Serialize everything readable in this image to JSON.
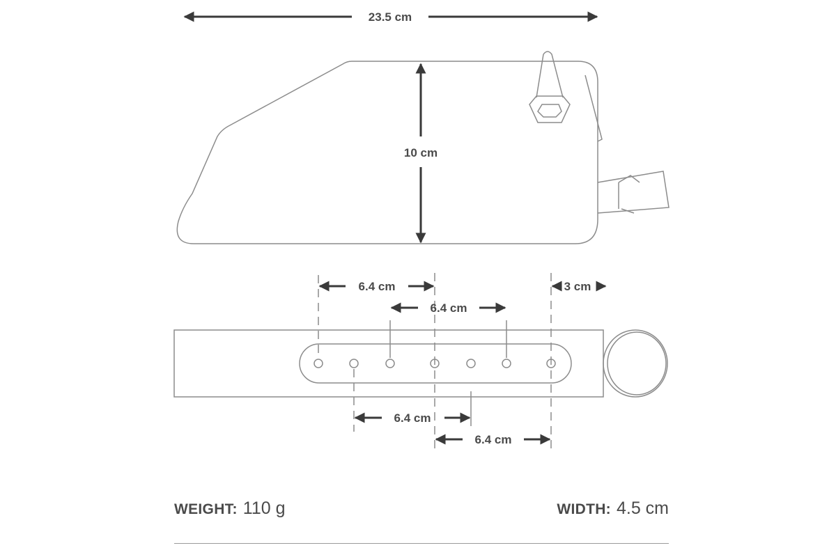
{
  "dimensions": {
    "length": "23.5 cm",
    "height": "10 cm",
    "spacing_a": "6.4 cm",
    "spacing_b": "6.4 cm",
    "spacing_c": "6.4 cm",
    "spacing_d": "6.4 cm",
    "edge_offset": "3 cm"
  },
  "specs": {
    "weight_label": "WEIGHT:",
    "weight_value": "110 g",
    "width_label": "WIDTH:",
    "width_value": "4.5 cm"
  },
  "colors": {
    "outline": "#8c8c8c",
    "text": "#4a4a4a",
    "arrow": "#3a3a3a"
  }
}
